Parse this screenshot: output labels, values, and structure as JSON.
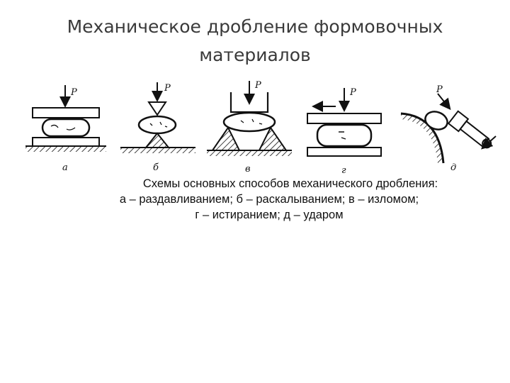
{
  "slide": {
    "title_line1": "Механическое дробление формовочных",
    "title_line2": "материалов"
  },
  "figure": {
    "force_label": "P",
    "panels": [
      {
        "letter": "а"
      },
      {
        "letter": "б"
      },
      {
        "letter": "в"
      },
      {
        "letter": "г"
      },
      {
        "letter": "д"
      }
    ],
    "caption_line1": "Схемы основных способов механического дробления:",
    "caption_line2": "а – раздавливанием; б – раскалыванием; в – изломом;",
    "caption_line3": "г – истиранием;  д – ударом"
  },
  "colors": {
    "ink": "#111111",
    "title": "#3a3a3a",
    "background": "#ffffff"
  }
}
